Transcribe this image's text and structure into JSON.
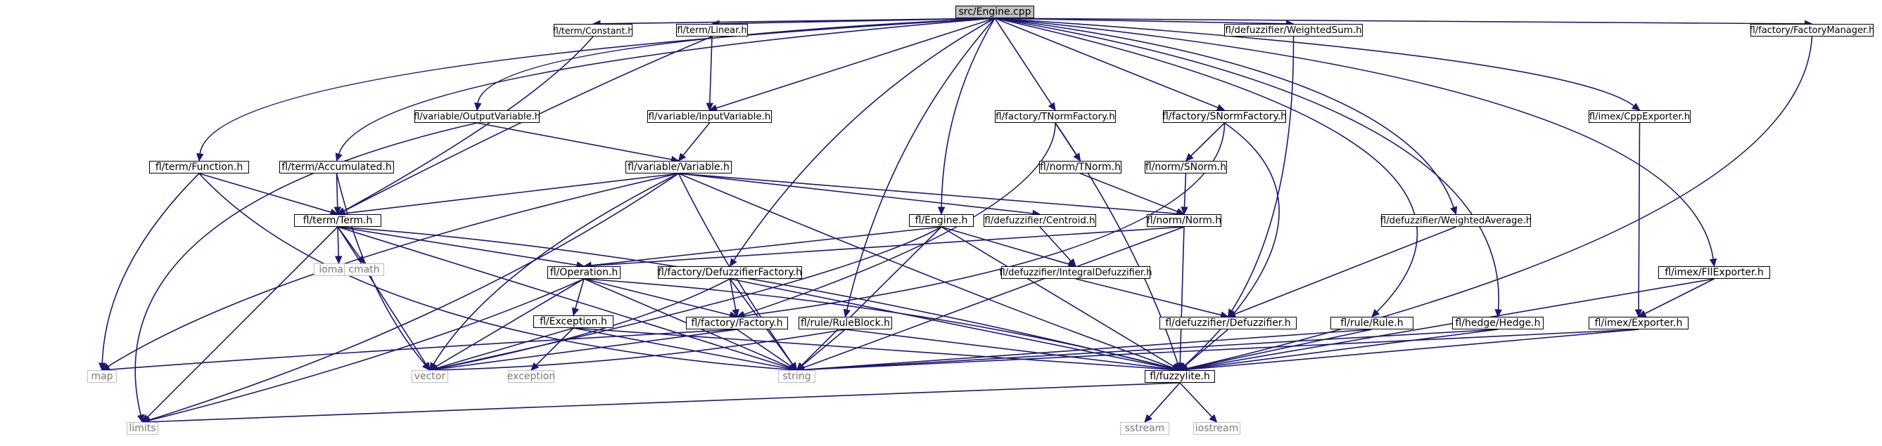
{
  "graph": {
    "edge_color": "#191970",
    "root_fill": "#bfbfbf",
    "system_border": "#bfbfbf",
    "nodes": {
      "engine_cpp": "src/Engine.cpp",
      "constant": "fl/term/Constant.h",
      "linear": "fl/term/Linear.h",
      "weightedsum": "fl/defuzzifier/WeightedSum.h",
      "factorymanager": "fl/factory/FactoryManager.h",
      "outputvariable": "fl/variable/OutputVariable.h",
      "inputvariable": "fl/variable/InputVariable.h",
      "tnormfactory": "fl/factory/TNormFactory.h",
      "snormfactory": "fl/factory/SNormFactory.h",
      "cppexporter": "fl/imex/CppExporter.h",
      "function": "fl/term/Function.h",
      "accumulated": "fl/term/Accumulated.h",
      "variable": "fl/variable/Variable.h",
      "tnorm": "fl/norm/TNorm.h",
      "snorm": "fl/norm/SNorm.h",
      "term": "fl/term/Term.h",
      "engine_h": "fl/Engine.h",
      "centroid": "fl/defuzzifier/Centroid.h",
      "norm": "fl/norm/Norm.h",
      "weightedaverage": "fl/defuzzifier/WeightedAverage.h",
      "iomanip": "iomanip",
      "cmath": "cmath",
      "operation": "fl/Operation.h",
      "defuzzifierfactory": "fl/factory/DefuzzifierFactory.h",
      "integraldefuzzifier": "fl/defuzzifier/IntegralDefuzzifier.h",
      "fllexporter": "fl/imex/FllExporter.h",
      "exception": "fl/Exception.h",
      "factory": "fl/factory/Factory.h",
      "ruleblock": "fl/rule/RuleBlock.h",
      "defuzzifier": "fl/defuzzifier/Defuzzifier.h",
      "rule": "fl/rule/Rule.h",
      "hedge": "fl/hedge/Hedge.h",
      "exporter": "fl/imex/Exporter.h",
      "map": "map",
      "vector": "vector",
      "exception_std": "exception",
      "string": "string",
      "fuzzylite": "fl/fuzzylite.h",
      "limits": "limits",
      "sstream": "sstream",
      "iostream": "iostream"
    }
  }
}
